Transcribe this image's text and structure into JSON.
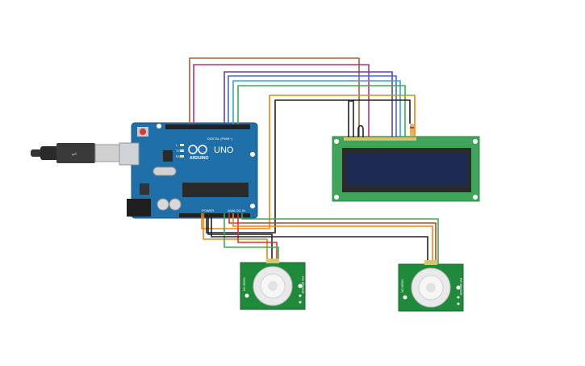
{
  "arduino": {
    "brand": "ARDUINO",
    "model": "UNO",
    "digital_header": "DIGITAL (PWM~)",
    "power_header": "POWER",
    "analog_header": "ANALOG IN",
    "led_labels": [
      "L",
      "TX",
      "RX"
    ],
    "color": "#1f6fa8"
  },
  "lcd": {
    "pcb_color": "#3ea55a",
    "screen_color": "#1d2b52"
  },
  "pir_sensors": [
    {
      "label_left": "HC-SR501",
      "label_right": "PIR SENSOR"
    },
    {
      "label_left": "HC-SR501",
      "label_right": "PIR SENSOR"
    }
  ],
  "wire_colors": {
    "brown": "#a0623a",
    "magenta": "#b8328c",
    "purple": "#6a3fa0",
    "blue": "#3b6fd1",
    "cyan": "#30a8c8",
    "green": "#3fae4c",
    "orange": "#e8850f",
    "black": "#222222",
    "red": "#d9332a"
  }
}
